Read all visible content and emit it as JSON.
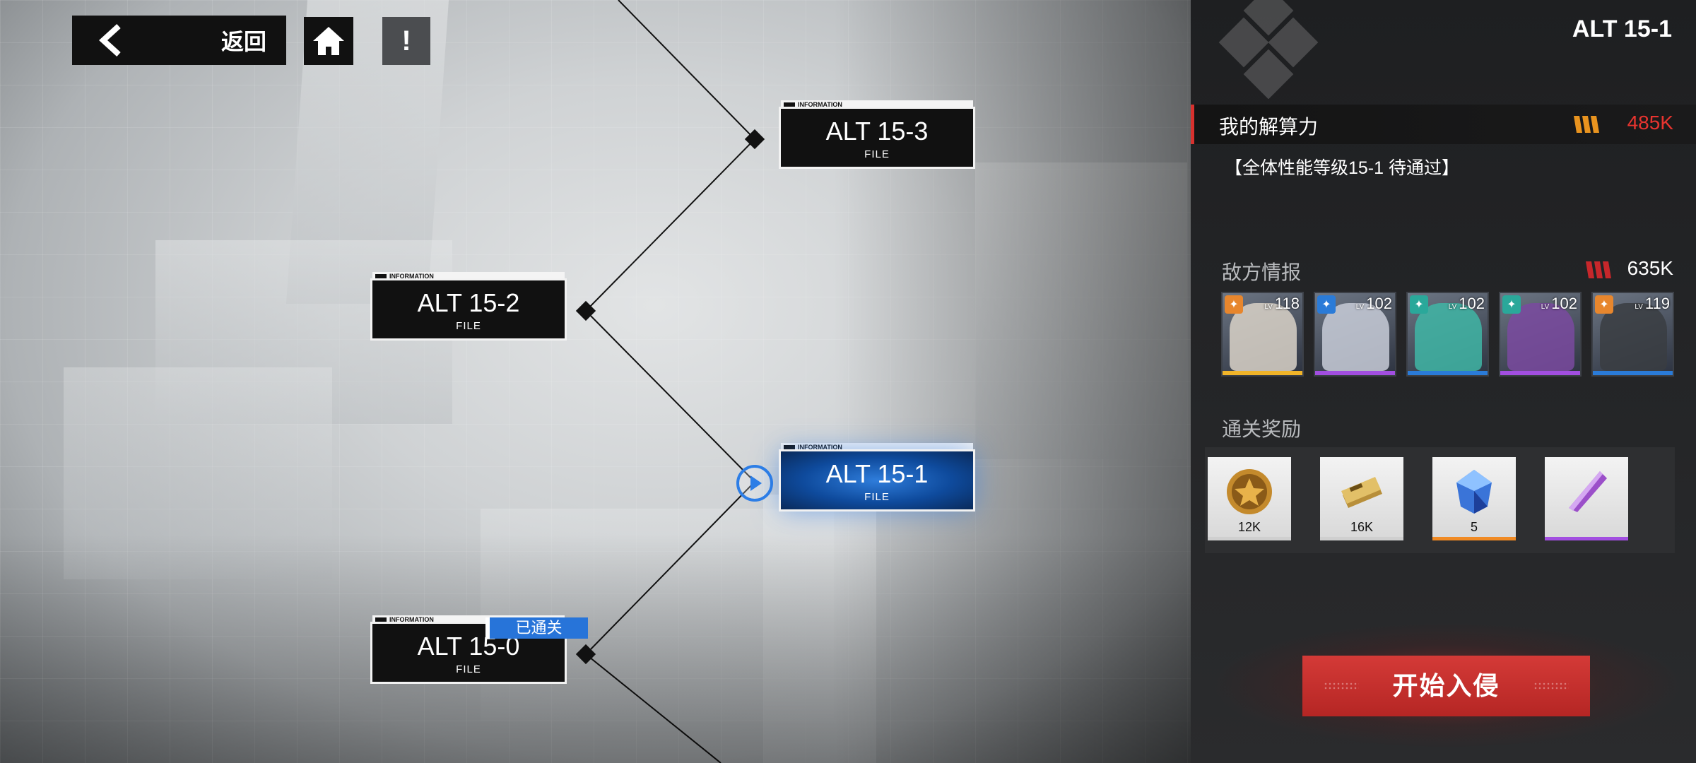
{
  "nav": {
    "back_label": "返回"
  },
  "stages": [
    {
      "name": "ALT 15-3",
      "tag": "INFORMATION",
      "sub": "FILE"
    },
    {
      "name": "ALT 15-2",
      "tag": "INFORMATION",
      "sub": "FILE"
    },
    {
      "name": "ALT 15-1",
      "tag": "INFORMATION",
      "sub": "FILE",
      "selected": true
    },
    {
      "name": "ALT 15-0",
      "tag": "INFORMATION",
      "sub": "FILE",
      "status": "已通关"
    }
  ],
  "panel": {
    "stage_title": "ALT 15-1",
    "my_power_label": "我的解算力",
    "my_power_value": "485K",
    "requirement": "【全体性能等级15-1 待通过】",
    "enemy_intel_label": "敌方情报",
    "enemy_power_value": "635K",
    "enemies": [
      {
        "level_prefix": "LV",
        "level": "118",
        "element_color": "#e7862d",
        "rarity_color": "#f0b429",
        "portrait_color": "#d9d2c8"
      },
      {
        "level_prefix": "LV",
        "level": "102",
        "element_color": "#2a7bd8",
        "rarity_color": "#a24ee0",
        "portrait_color": "#c8ccd8"
      },
      {
        "level_prefix": "LV",
        "level": "102",
        "element_color": "#2aa89a",
        "rarity_color": "#2a7bd8",
        "portrait_color": "#3fb6a6"
      },
      {
        "level_prefix": "LV",
        "level": "102",
        "element_color": "#2aa89a",
        "rarity_color": "#a24ee0",
        "portrait_color": "#7a4aa0"
      },
      {
        "level_prefix": "LV",
        "level": "119",
        "element_color": "#e7862d",
        "rarity_color": "#2a7bd8",
        "portrait_color": "#3a3d42"
      }
    ],
    "rewards_label": "通关奖励",
    "rewards": [
      {
        "icon": "gold-coin-icon",
        "count": "12K",
        "rarity_color": "#cfcfcf"
      },
      {
        "icon": "exp-card-icon",
        "count": "16K",
        "rarity_color": "#cfcfcf"
      },
      {
        "icon": "blue-crystal-icon",
        "count": "5",
        "rarity_color": "#f08a24"
      },
      {
        "icon": "purple-shard-icon",
        "count": "",
        "rarity_color": "#a24ee0"
      }
    ],
    "start_label": "开始入侵"
  },
  "colors": {
    "accent_red": "#d43a37",
    "accent_blue": "#2774d9",
    "power_red": "#e8342f"
  }
}
